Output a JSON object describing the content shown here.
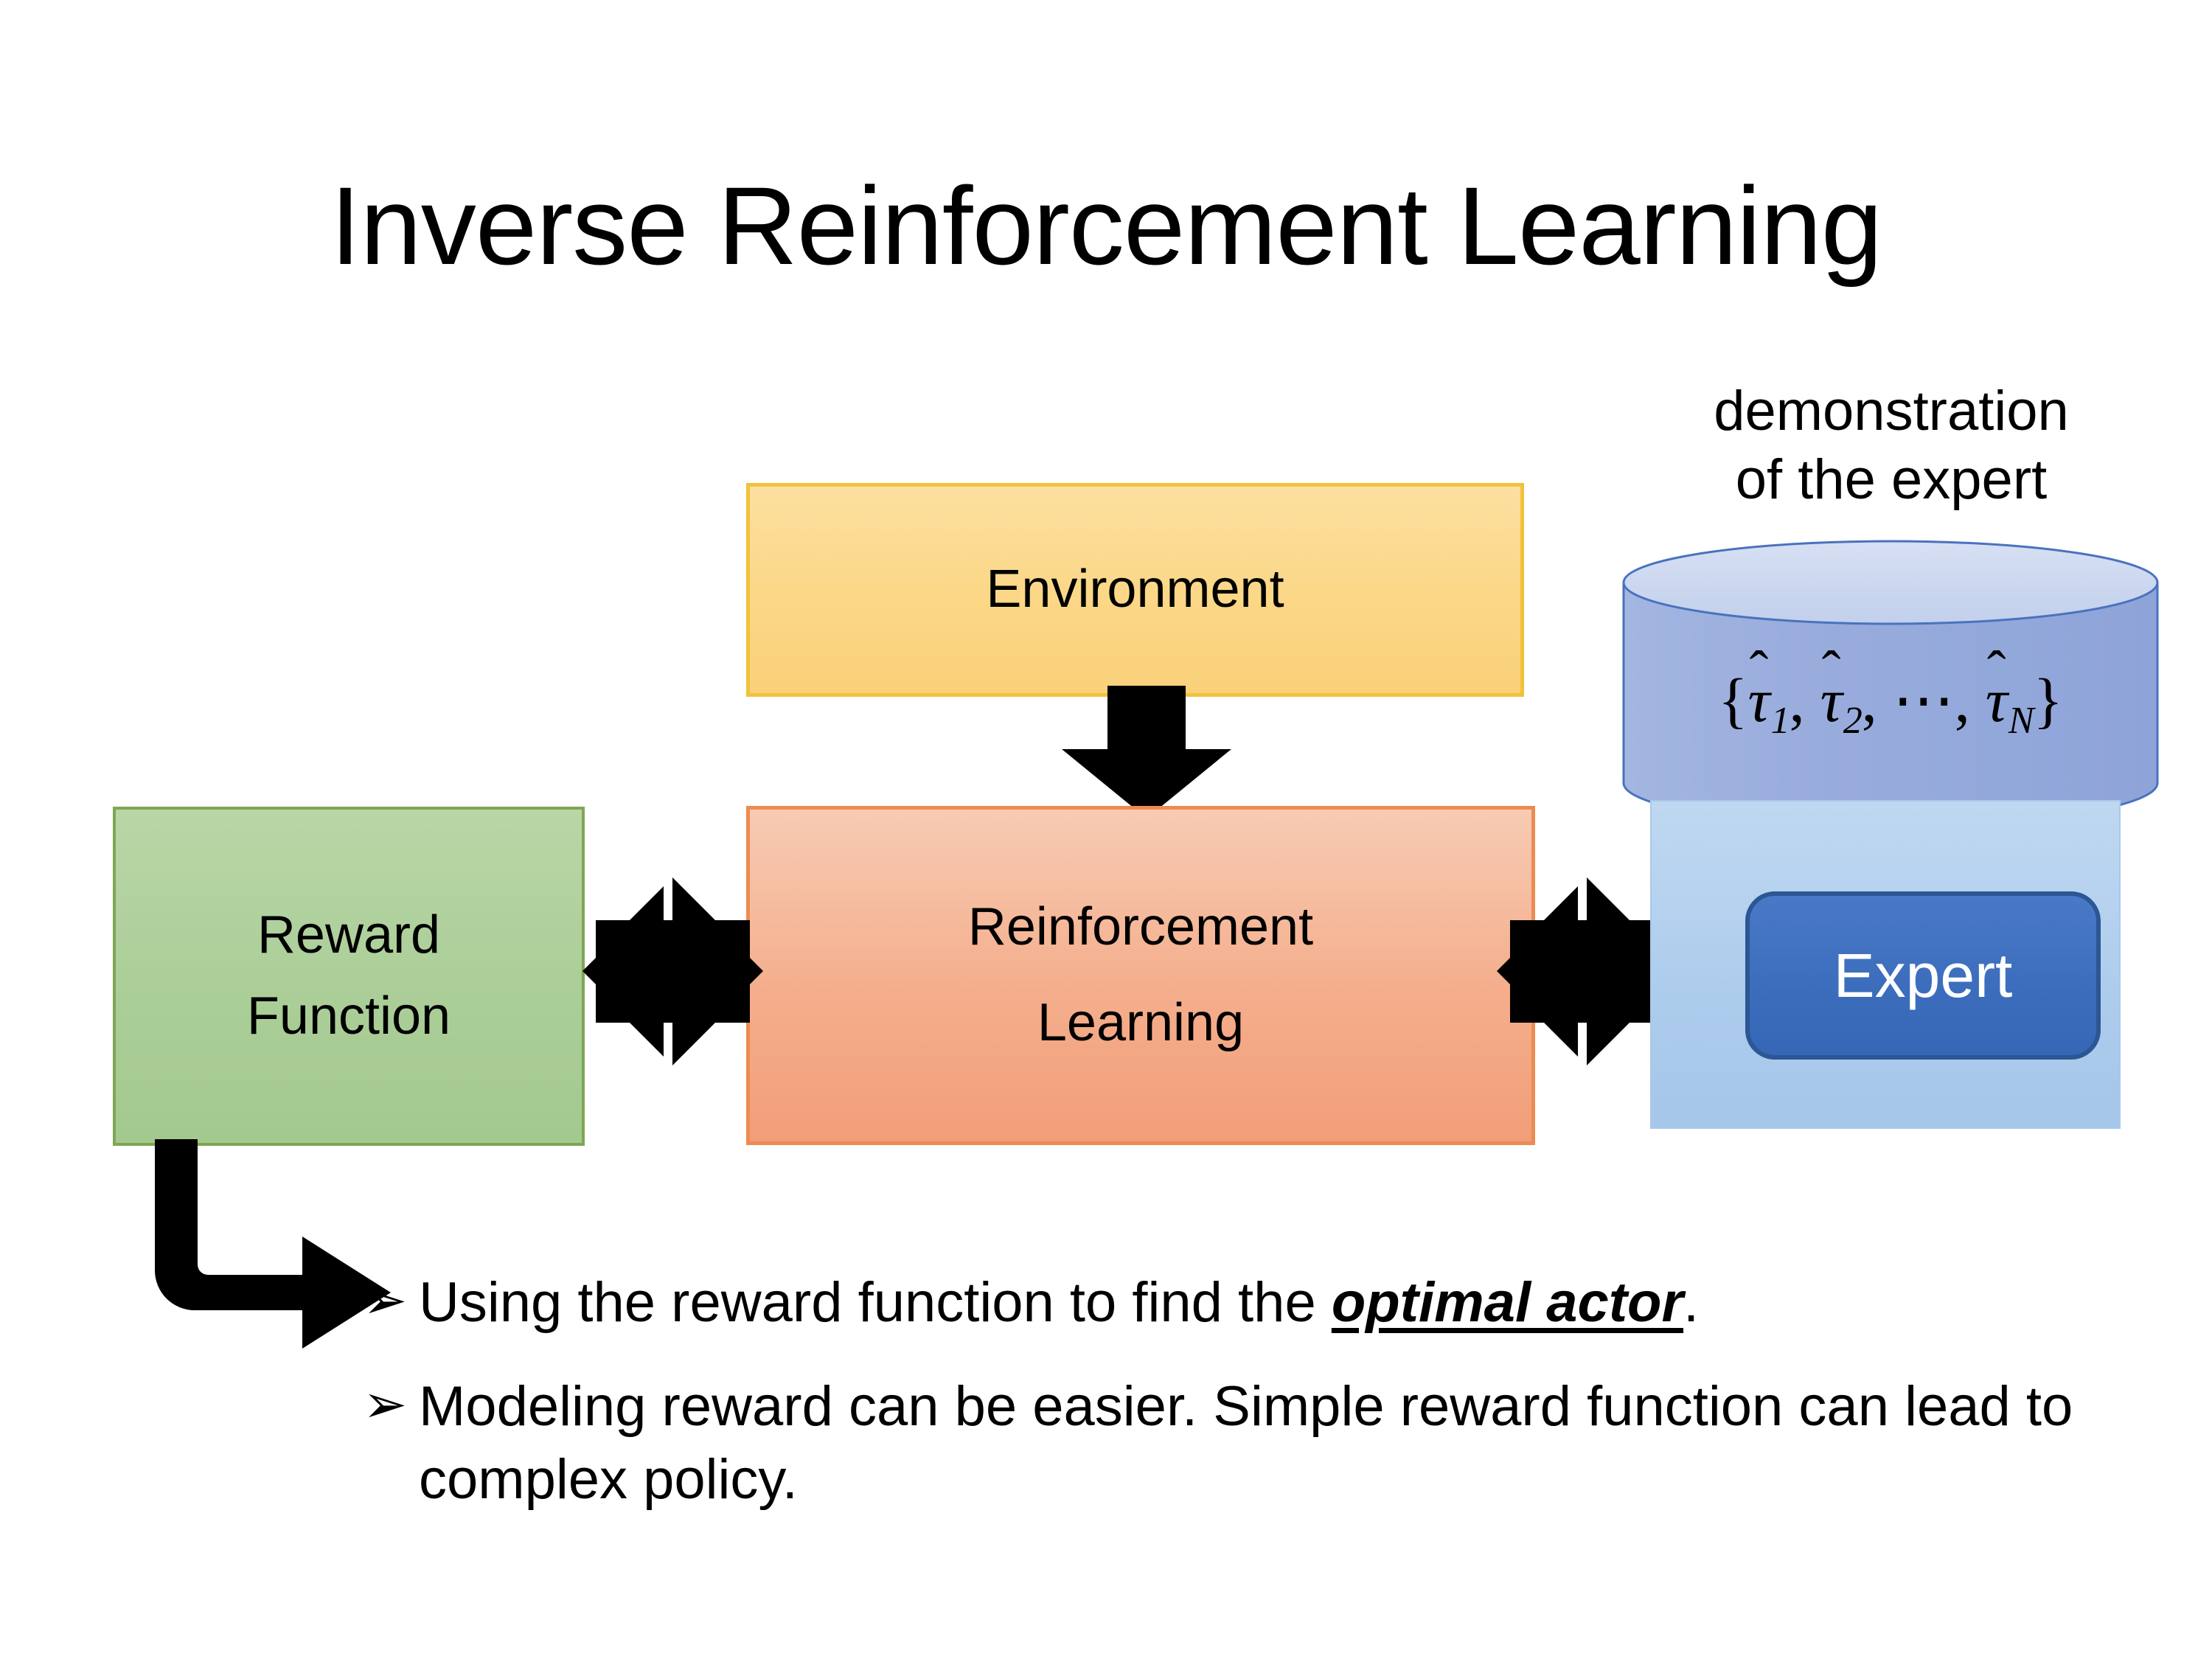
{
  "slide": {
    "title": "Inverse Reinforcement Learning",
    "background_color": "#FFFFFF"
  },
  "diagram": {
    "environment_box": {
      "label": "Environment",
      "fill_color": "#FBD786",
      "border_color": "#F2C13C"
    },
    "reinforcement_learning_box": {
      "label_line1": "Reinforcement",
      "label_line2": "Learning",
      "fill_color": "#F4AE8C",
      "border_color": "#ED8B51"
    },
    "reward_function_box": {
      "label_line1": "Reward",
      "label_line2": "Function",
      "fill_color": "#ABCE98",
      "border_color": "#7FA654"
    },
    "expert_panel": {
      "button_label": "Expert",
      "panel_fill_color": "#ADCCEC",
      "button_fill_color": "#3B6DBC",
      "button_border_color": "#2C5694",
      "button_text_color": "#FFFFFF"
    },
    "demonstration_cylinder": {
      "caption_line1": "demonstration",
      "caption_line2": "of the expert",
      "contents_open": "{",
      "contents_close": "}",
      "tau_symbol": "τ",
      "hat_symbol": "̂",
      "sub_1": "1",
      "sub_2": "2",
      "ellipsis": "⋯",
      "comma": ",",
      "sub_N": "N",
      "body_fill_color": "#97ACDC",
      "top_fill_color": "#CDD9EF",
      "stroke_color": "#4A72BE"
    },
    "arrows": {
      "env_to_rl": "arrow-down-icon",
      "reward_rl_link": "quad-arrow-icon",
      "rl_expert_link": "quad-arrow-icon",
      "reward_to_bullets": "elbow-arrow-icon",
      "color": "#000000"
    }
  },
  "bullets": [
    {
      "marker": "➢",
      "text_before": "Using the reward function to find the ",
      "emphasis": "optimal actor",
      "text_after": "."
    },
    {
      "marker": "➢",
      "text_before": "Modeling reward can be easier. Simple reward function can lead to complex policy.",
      "emphasis": "",
      "text_after": ""
    }
  ]
}
